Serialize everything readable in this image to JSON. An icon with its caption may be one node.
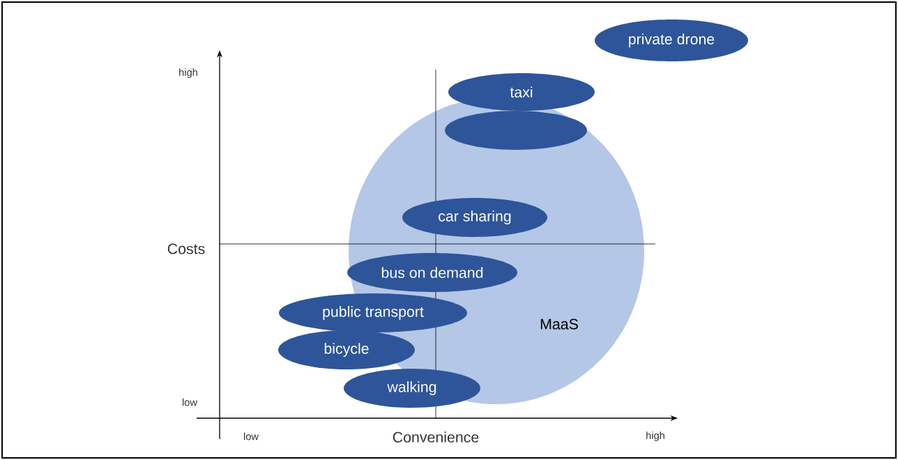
{
  "diagram": {
    "nodes": [
      {
        "text": [
          "private drone"
        ]
      },
      {
        "text": [
          "MaaS"
        ]
      },
      {
        "text": [
          "taxi"
        ]
      },
      {
        "text": [],
        "shape": "ellipse",
        "in": 1
      },
      {
        "text": [
          "car sharing"
        ],
        "in": 1
      },
      {
        "text": [
          "bus on demand"
        ],
        "in": 1
      },
      {
        "text": [
          "public transport"
        ]
      },
      {
        "text": [
          "bicycle"
        ]
      },
      {
        "text": [
          "walking"
        ]
      }
    ],
    "labels": [
      "high",
      "Costs",
      "low",
      "low",
      "Convenience",
      "high"
    ]
  }
}
